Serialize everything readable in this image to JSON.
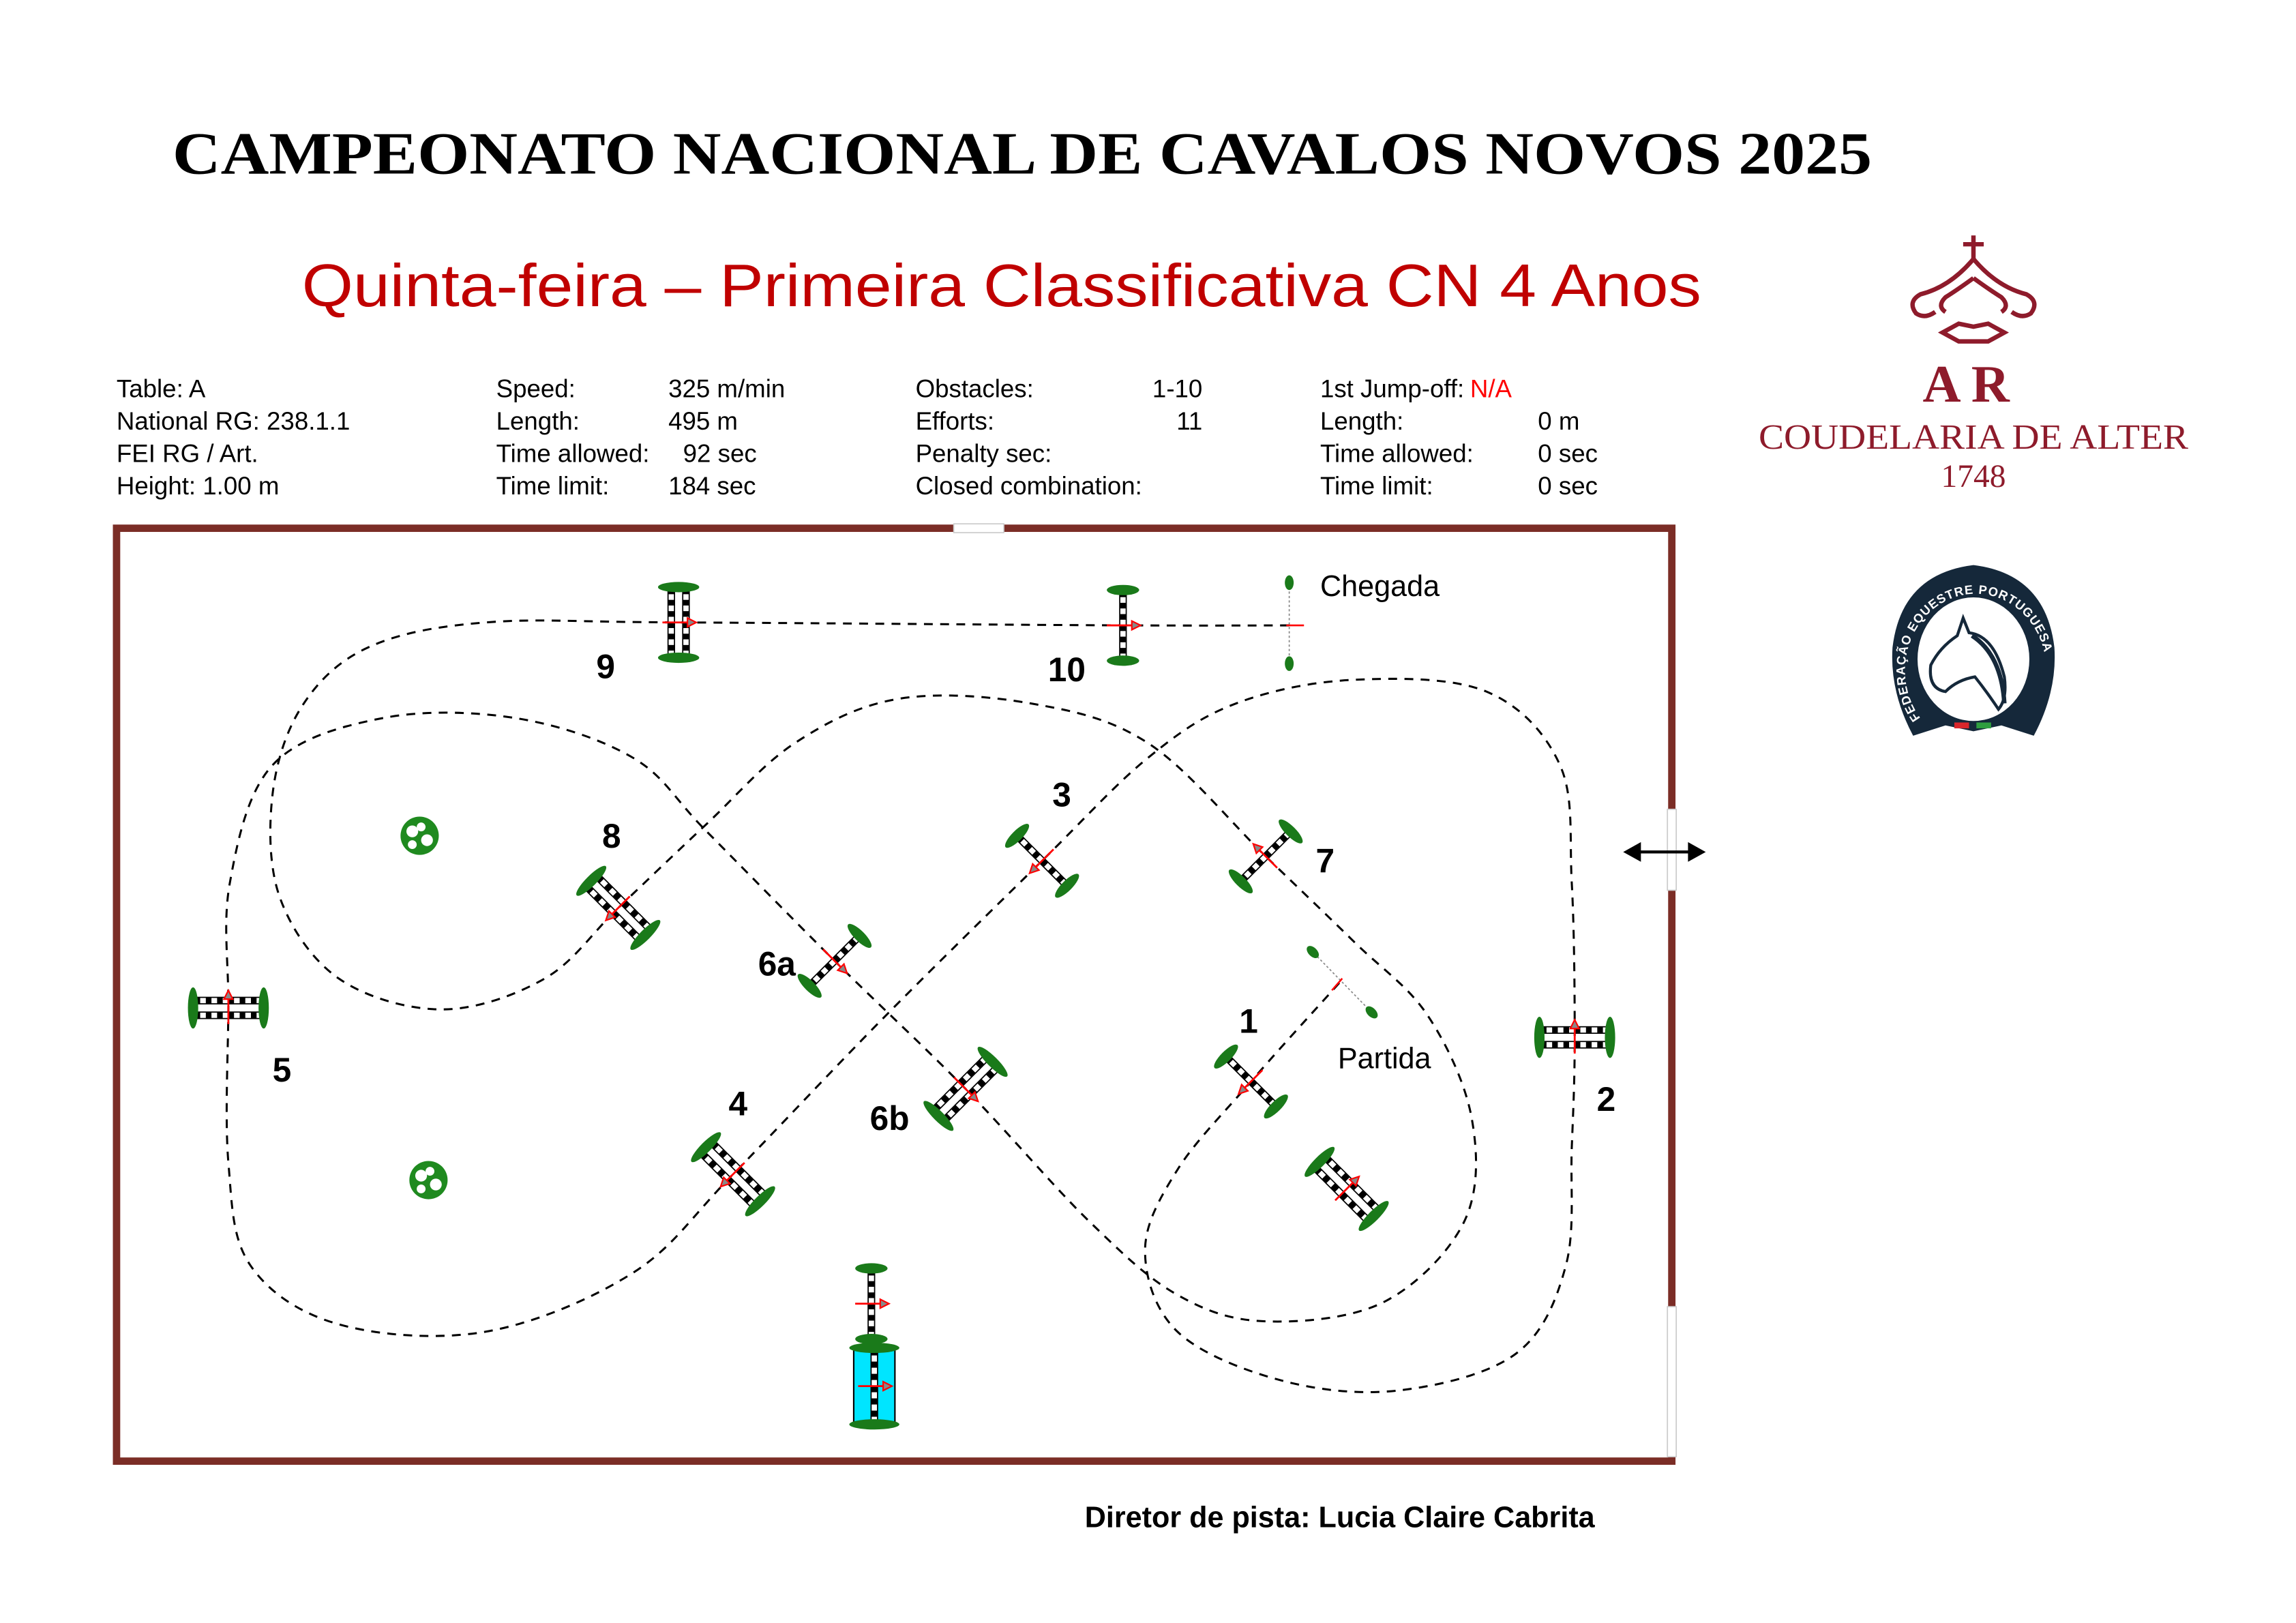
{
  "header": {
    "title": "CAMPEONATO NACIONAL DE CAVALOS NOVOS 2025",
    "subtitle": "Quinta-feira – Primeira Classificativa CN 4 Anos"
  },
  "info": {
    "table": "Table: A",
    "national_rg": "National RG: 238.1.1",
    "fei_rg": "FEI RG / Art.",
    "height": "Height: 1.00 m",
    "speed_label": "Speed:",
    "speed": "325 m/min",
    "length_label": "Length:",
    "length": "495 m",
    "time_allowed_label": "Time allowed:",
    "time_allowed": "92 sec",
    "time_limit_label": "Time limit:",
    "time_limit": "184 sec",
    "obstacles_label": "Obstacles:",
    "obstacles": "1-10",
    "efforts_label": "Efforts:",
    "efforts": "11",
    "penalty_label": "Penalty sec:",
    "closed_label": "Closed combination:",
    "jumpoff_label": "1st Jump-off:",
    "jumpoff": "N/A",
    "jo_length_label": "Length:",
    "jo_length": "0 m",
    "jo_time_allowed_label": "Time allowed:",
    "jo_time_allowed": "0 sec",
    "jo_time_limit_label": "Time limit:",
    "jo_time_limit": "0 sec"
  },
  "course": {
    "start_label": "Partida",
    "finish_label": "Chegada",
    "obstacle_numbers": [
      "1",
      "2",
      "3",
      "4",
      "5",
      "6a",
      "6b",
      "7",
      "8",
      "9",
      "10"
    ]
  },
  "logos": {
    "alter_monogram": "A R",
    "alter_name": "COUDELARIA DE ALTER",
    "alter_year": "1748",
    "fep_text": "FEDERAÇÃO EQUESTRE PORTUGUESA"
  },
  "footer": {
    "course_designer": "Diretor de pista: Lucia Claire Cabrita"
  },
  "colors": {
    "arena_border": "#7b2d26",
    "subtitle": "#c00000",
    "alter": "#8e1b2b",
    "fep": "#15283a",
    "wing": "#1a7a1a",
    "water": "#00e5ff"
  }
}
